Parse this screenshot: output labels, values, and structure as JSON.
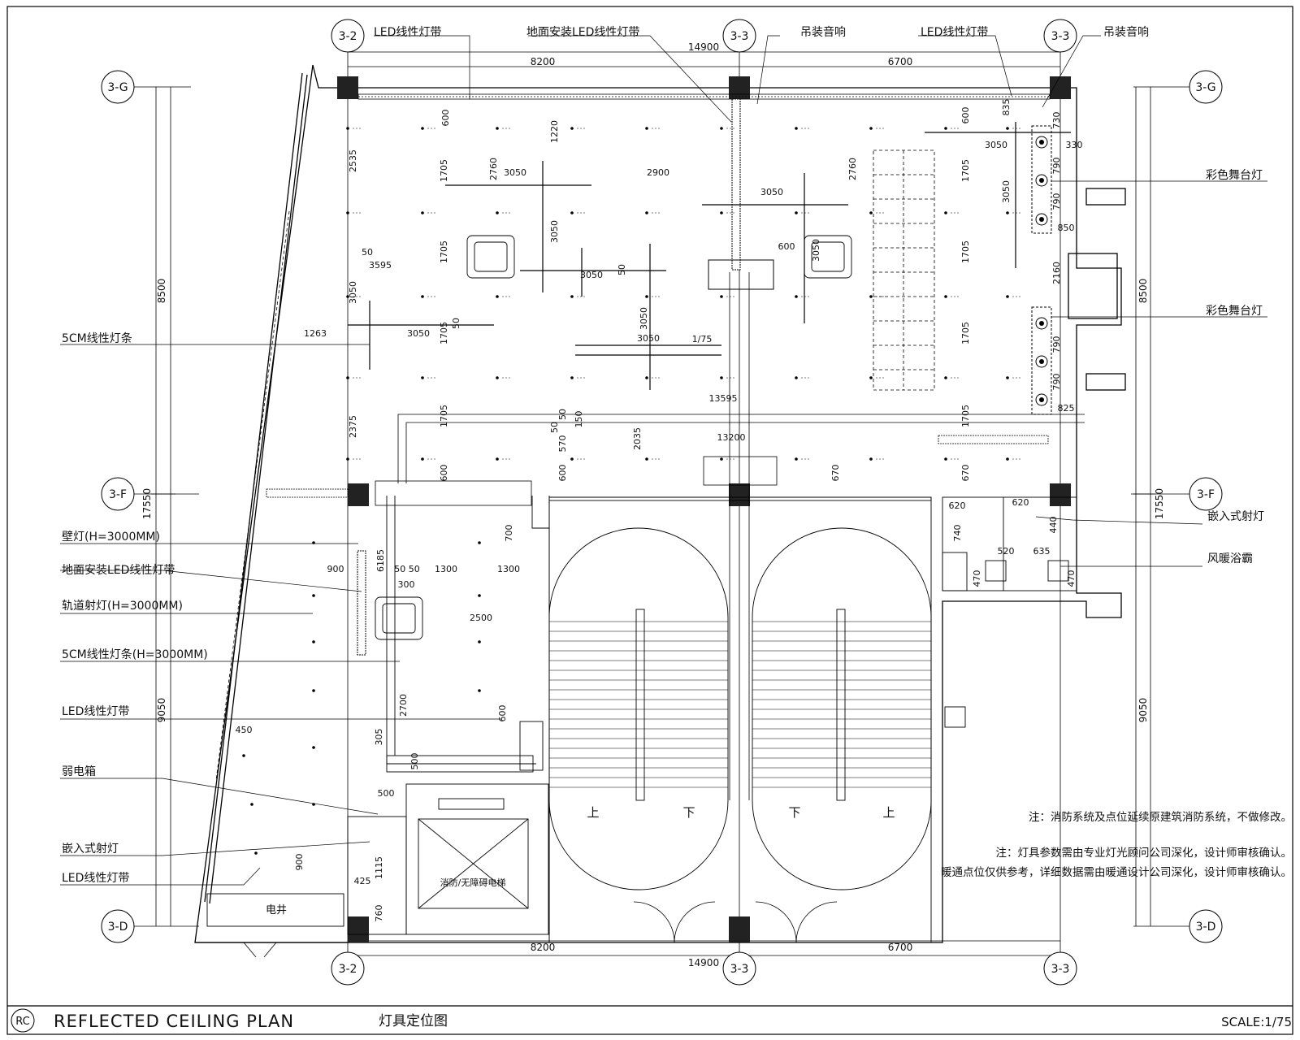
{
  "grid_bubbles": {
    "top": [
      "3-2",
      "3-3",
      "3-3"
    ],
    "bottom": [
      "3-2",
      "3-3",
      "3-3"
    ],
    "left": [
      "3-G",
      "3-F",
      "3-D"
    ],
    "right": [
      "3-G",
      "3-F",
      "3-D"
    ]
  },
  "dimensions": {
    "top_total": "14900",
    "top_left": "8200",
    "top_right": "6700",
    "bottom_total": "14900",
    "bottom_left": "8200",
    "bottom_right": "6700",
    "left_upper": "8500",
    "left_total": "17550",
    "left_lower": "9050",
    "right_upper": "8500",
    "right_total": "17550",
    "right_lower": "9050",
    "interior": {
      "d600a": "600",
      "d1220": "1220",
      "d2535": "2535",
      "d1705a": "1705",
      "d2760a": "2760",
      "d3050a": "3050",
      "d2900": "2900",
      "d3050b": "3050",
      "d2760b": "2760",
      "d3050c": "3050",
      "d600b": "600",
      "d1705b": "1705",
      "d835": "835",
      "d730": "730",
      "d330": "330",
      "d3050d": "3050",
      "d3050e": "3050",
      "d1705c": "1705",
      "d50a": "50",
      "d3595": "3595",
      "d3050f": "3050",
      "d3050g": "3050",
      "d50b": "50",
      "d3050h": "3050",
      "d1705d": "1705",
      "d600c": "600",
      "d3050i": "3050",
      "d850": "850",
      "d2160": "2160",
      "d3050j": "3050",
      "d1263": "1263",
      "d3050k": "3050",
      "d50c": "50",
      "d1705e": "1705",
      "d3050l": "3050",
      "d175": "1/75",
      "d1705f": "1705",
      "d790a": "790",
      "d790b": "790",
      "d790c": "790",
      "d790d": "790",
      "d13595": "13595",
      "d825": "825",
      "d2375": "2375",
      "d1705g": "1705",
      "d50d": "50",
      "d150": "150",
      "d50e": "50",
      "d570": "570",
      "d2035": "2035",
      "d13200": "13200",
      "d1705h": "1705",
      "d600d": "600",
      "d600e": "600",
      "d670a": "670",
      "d670b": "670",
      "d620a": "620",
      "d620b": "620",
      "d740": "740",
      "d440": "440",
      "d520": "520",
      "d635": "635",
      "d470a": "470",
      "d470b": "470",
      "d700": "700",
      "d6185": "6185",
      "d900a": "900",
      "d5050": "50 50",
      "d1300a": "1300",
      "d1300b": "1300",
      "d300": "300",
      "d2500": "2500",
      "d2700": "2700",
      "d600f": "600",
      "d450": "450",
      "d305": "305",
      "d500a": "500",
      "d500b": "500",
      "d900b": "900",
      "d1115": "1115",
      "d425": "425",
      "d760": "760"
    }
  },
  "callouts": {
    "top_led_strip_a": "LED线性灯带",
    "top_floor_led": "地面安装LED线性灯带",
    "top_speaker_a": "吊装音响",
    "top_led_strip_b": "LED线性灯带",
    "top_speaker_b": "吊装音响",
    "stage_light_a": "彩色舞台灯",
    "stage_light_b": "彩色舞台灯",
    "recessed_spot_right": "嵌入式射灯",
    "bath_heater": "风暖浴霸",
    "left_5cm_strip": "5CM线性灯条",
    "wall_lamp": "壁灯(H=3000MM)",
    "floor_led_left": "地面安装LED线性灯带",
    "track_spot": "轨道射灯(H=3000MM)",
    "strip_5cm_h": "5CM线性灯条(H=3000MM)",
    "led_strip_left_a": "LED线性灯带",
    "weak_box": "弱电箱",
    "recessed_spot_left": "嵌入式射灯",
    "led_strip_left_b": "LED线性灯带"
  },
  "room_labels": {
    "elec_shaft": "电井",
    "elevator": "消防/无障碍电梯",
    "up_a": "上",
    "down_a": "下",
    "down_b": "下",
    "up_b": "上"
  },
  "notes": [
    "注：消防系统及点位延续原建筑消防系统，不做修改。",
    "注：灯具参数需由专业灯光顾问公司深化，设计师审核确认。",
    "暖通点位仅供参考，详细数据需由暖通设计公司深化，设计师审核确认。"
  ],
  "title_block": {
    "code": "RC",
    "title_en": "REFLECTED CEILING PLAN",
    "title_cn": "灯具定位图",
    "scale": "SCALE:1/75"
  }
}
